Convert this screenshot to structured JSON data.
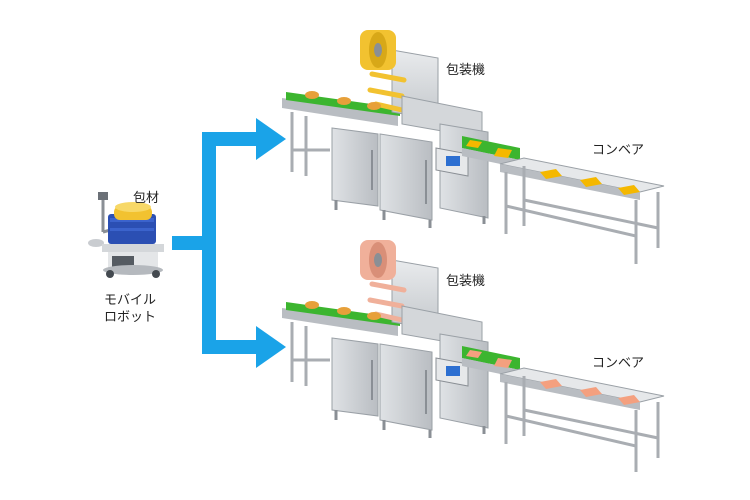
{
  "labels": {
    "material": "包材",
    "robot_line1": "モバイル",
    "robot_line2": "ロボット",
    "packer_top": "包装機",
    "conveyor_top": "コンベア",
    "packer_bottom": "包装機",
    "conveyor_bottom": "コンベア"
  },
  "colors": {
    "arrow": "#1aa3e8",
    "belt": "#3cb52f",
    "cabinet": "#c9ccd0",
    "frame": "#a9adb2",
    "film_top": "#f2c230",
    "film_bottom": "#f0b09a",
    "product_top": "#f5b800",
    "product_bottom": "#f4a07f",
    "bun": "#e7a03a",
    "robot_bin": "#2b4fb3"
  },
  "icons": {
    "robot": "mobile-robot-icon",
    "packer": "packaging-machine-icon",
    "conveyor": "conveyor-icon"
  }
}
